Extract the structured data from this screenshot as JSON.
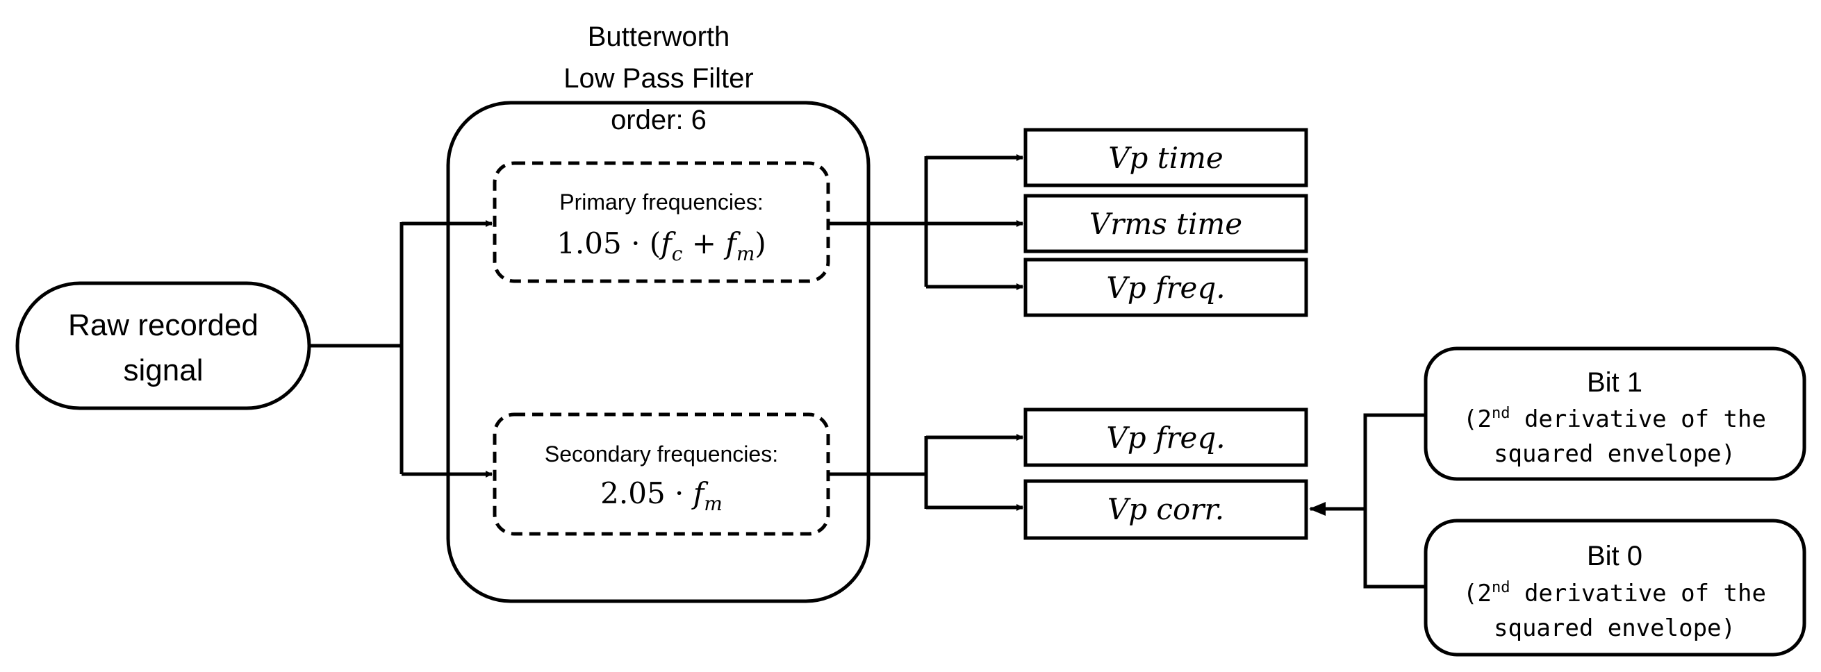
{
  "filter": {
    "title_line1": "Butterworth",
    "title_line2": "Low Pass Filter",
    "title_line3": "order: 6"
  },
  "input": {
    "line1": "Raw recorded",
    "line2": "signal"
  },
  "primary": {
    "label": "Primary frequencies:",
    "formula_coef": "1.05 · (",
    "fc": "f",
    "fc_sub": "c",
    "plus": " + ",
    "fm": "f",
    "fm_sub": "m",
    "close": ")"
  },
  "secondary": {
    "label": "Secondary frequencies:",
    "formula_coef": "2.05 · ",
    "fm": "f",
    "fm_sub": "m"
  },
  "outputs_primary": [
    "Vp time",
    "Vrms time",
    "Vp freq."
  ],
  "outputs_secondary": [
    "Vp freq.",
    "Vp corr."
  ],
  "bits": [
    {
      "title": "Bit 1",
      "desc_open": "(2",
      "desc_sup": "nd",
      "desc_rest": " derivative of the",
      "desc_line2": "squared envelope)"
    },
    {
      "title": "Bit 0",
      "desc_open": "(2",
      "desc_sup": "nd",
      "desc_rest": " derivative of the",
      "desc_line2": "squared envelope)"
    }
  ]
}
